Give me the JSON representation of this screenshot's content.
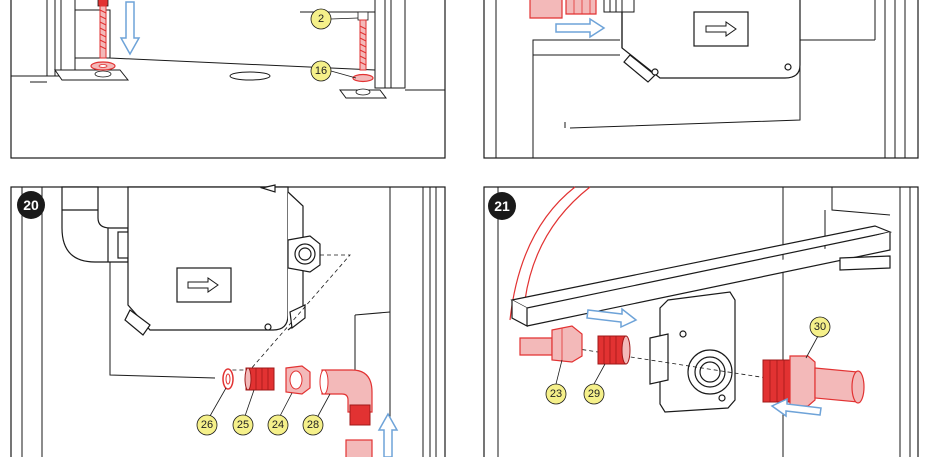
{
  "colors": {
    "line": "#1a1a1a",
    "part_red": "#e23232",
    "part_red_light": "#f3b9b9",
    "callout_fill": "#f5f08a",
    "arrow_blue": "#6ea3d8",
    "step_badge": "#1a1a1a"
  },
  "panels": [
    {
      "step_number": "",
      "callouts": [
        "2",
        "16"
      ]
    },
    {
      "step_number": "",
      "callouts": []
    },
    {
      "step_number": "20",
      "callouts": [
        "26",
        "25",
        "24",
        "28"
      ]
    },
    {
      "step_number": "21",
      "callouts": [
        "23",
        "29",
        "30"
      ]
    }
  ],
  "icons": [
    "direction-arrow-label",
    "flow-arrow",
    "screw-icon"
  ]
}
